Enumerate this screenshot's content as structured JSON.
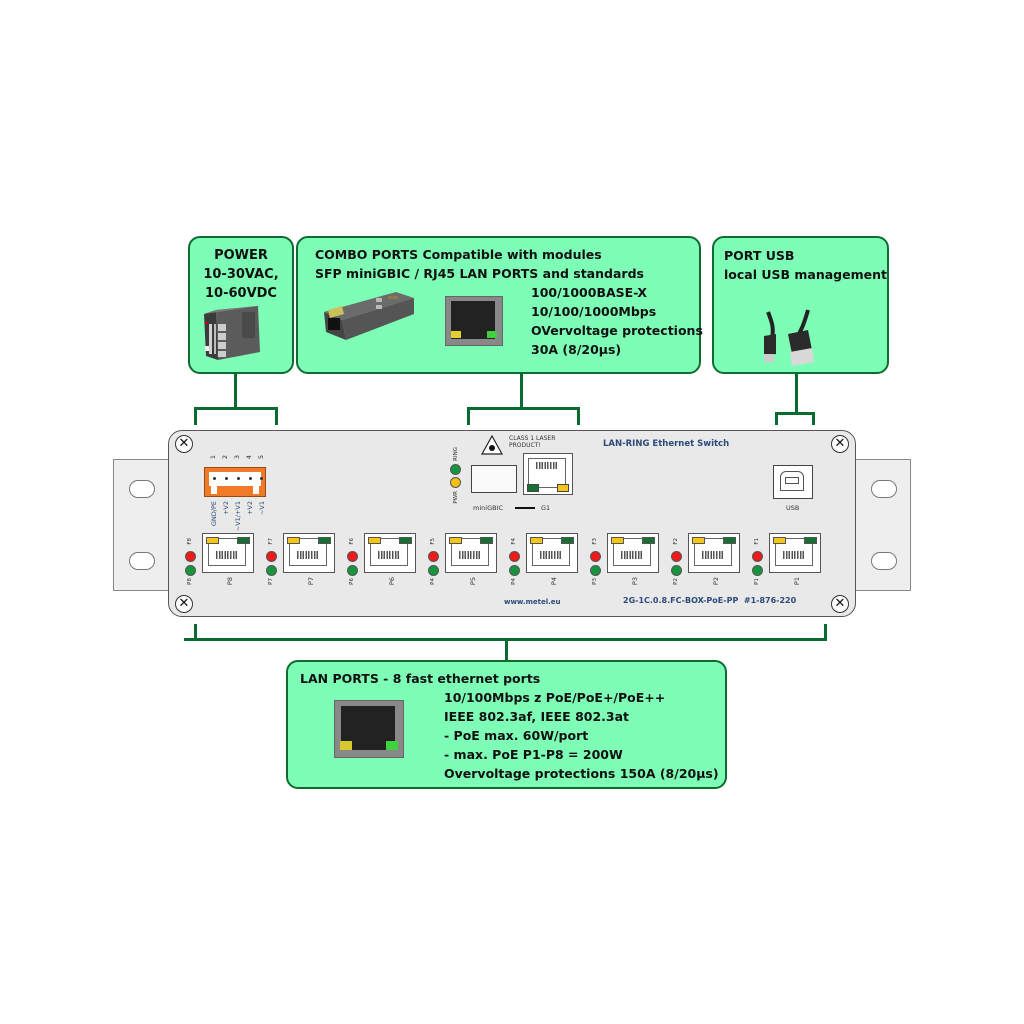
{
  "callouts": {
    "power": {
      "lines": [
        "POWER",
        "10-30VAC,",
        "10-60VDC"
      ],
      "image": "power-supply-icon"
    },
    "combo": {
      "header": [
        "COMBO PORTS Compatible with modules",
        "SFP miniGBIC / RJ45 LAN PORTS and standards"
      ],
      "specs": [
        "100/1000BASE-X",
        "10/100/1000Mbps",
        "OVervoltage protections",
        "30A (8/20µs)"
      ],
      "images": [
        "sfp-module-icon",
        "rj45-port-icon"
      ]
    },
    "usb": {
      "lines": [
        "PORT USB",
        "local USB management"
      ],
      "image": "usb-cable-icon"
    },
    "lan": {
      "title": "LAN PORTS - 8 fast ethernet ports",
      "specs": [
        "10/100Mbps z PoE/PoE+/PoE++",
        "IEEE 802.3af, IEEE 802.3at",
        "- PoE max. 60W/port",
        "- max. PoE P1-P8 = 200W",
        "Overvoltage protections 150A (8/20µs)"
      ],
      "image": "rj45-port-icon"
    }
  },
  "device": {
    "title": "LAN-RING Ethernet Switch",
    "model": "2G-1C.0.8.FC-BOX-PoE-PP  #1-876-220",
    "website": "www.metel.eu",
    "laser_warning": [
      "CLASS 1 LASER",
      "PRODUCT!"
    ],
    "status_leds": [
      {
        "label": "RING",
        "color": "#17953e"
      },
      {
        "label": "PWR",
        "color": "#f6bf18"
      }
    ],
    "combo_labels": {
      "sfp": "miniGBIC",
      "rj45": "G1"
    },
    "usb_label": "USB",
    "terminal": {
      "pin_numbers": [
        "1",
        "2",
        "3",
        "4",
        "5"
      ],
      "pin_labels": [
        "GND/PE",
        "+V2",
        "~V1/+V1",
        "+V2",
        "~V1"
      ]
    },
    "ports": [
      {
        "name": "P8",
        "fault": "F8",
        "poe": "P8"
      },
      {
        "name": "P7",
        "fault": "F7",
        "poe": "P7"
      },
      {
        "name": "P6",
        "fault": "F6",
        "poe": "P6"
      },
      {
        "name": "P5",
        "fault": "F5",
        "poe": "P4"
      },
      {
        "name": "P4",
        "fault": "F4",
        "poe": "P4"
      },
      {
        "name": "P3",
        "fault": "F3",
        "poe": "P3"
      },
      {
        "name": "P2",
        "fault": "F2",
        "poe": "P2"
      },
      {
        "name": "P1",
        "fault": "F1",
        "poe": "P1"
      }
    ]
  },
  "colors": {
    "callout_fill": "#7dfdb6",
    "callout_border": "#0e6b32",
    "connector": "#0b6a30",
    "fault_led": "#ef1a1a",
    "poe_led": "#17953e",
    "link_led": "#f5c518",
    "terminal": "#f07a28"
  }
}
